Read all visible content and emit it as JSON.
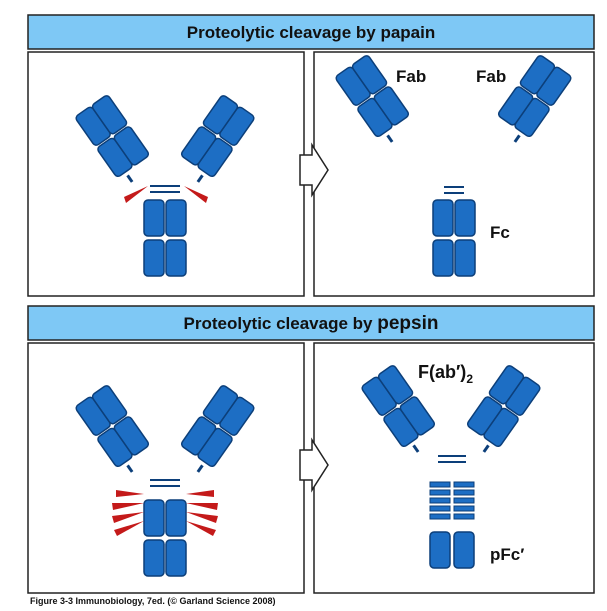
{
  "panels": [
    {
      "title": "Proteolytic cleavage by",
      "title_enzyme": "papain",
      "labels": {
        "fab_left": "Fab",
        "fab_right": "Fab",
        "fc": "Fc"
      }
    },
    {
      "title": "Proteolytic cleavage by",
      "title_enzyme": "pepsin",
      "labels": {
        "fab2_main": "F(ab′)",
        "fab2_sub": "2",
        "pfc": "pFc′"
      }
    }
  ],
  "caption": "Figure 3-3  Immunobiology, 7ed. (© Garland Science 2008)",
  "colors": {
    "header_fill": "#7ec8f5",
    "domain_fill": "#1d6ec4",
    "domain_stroke": "#0c3f7a",
    "cleavage_wedge": "#c41a1a",
    "frame": "#222222"
  }
}
